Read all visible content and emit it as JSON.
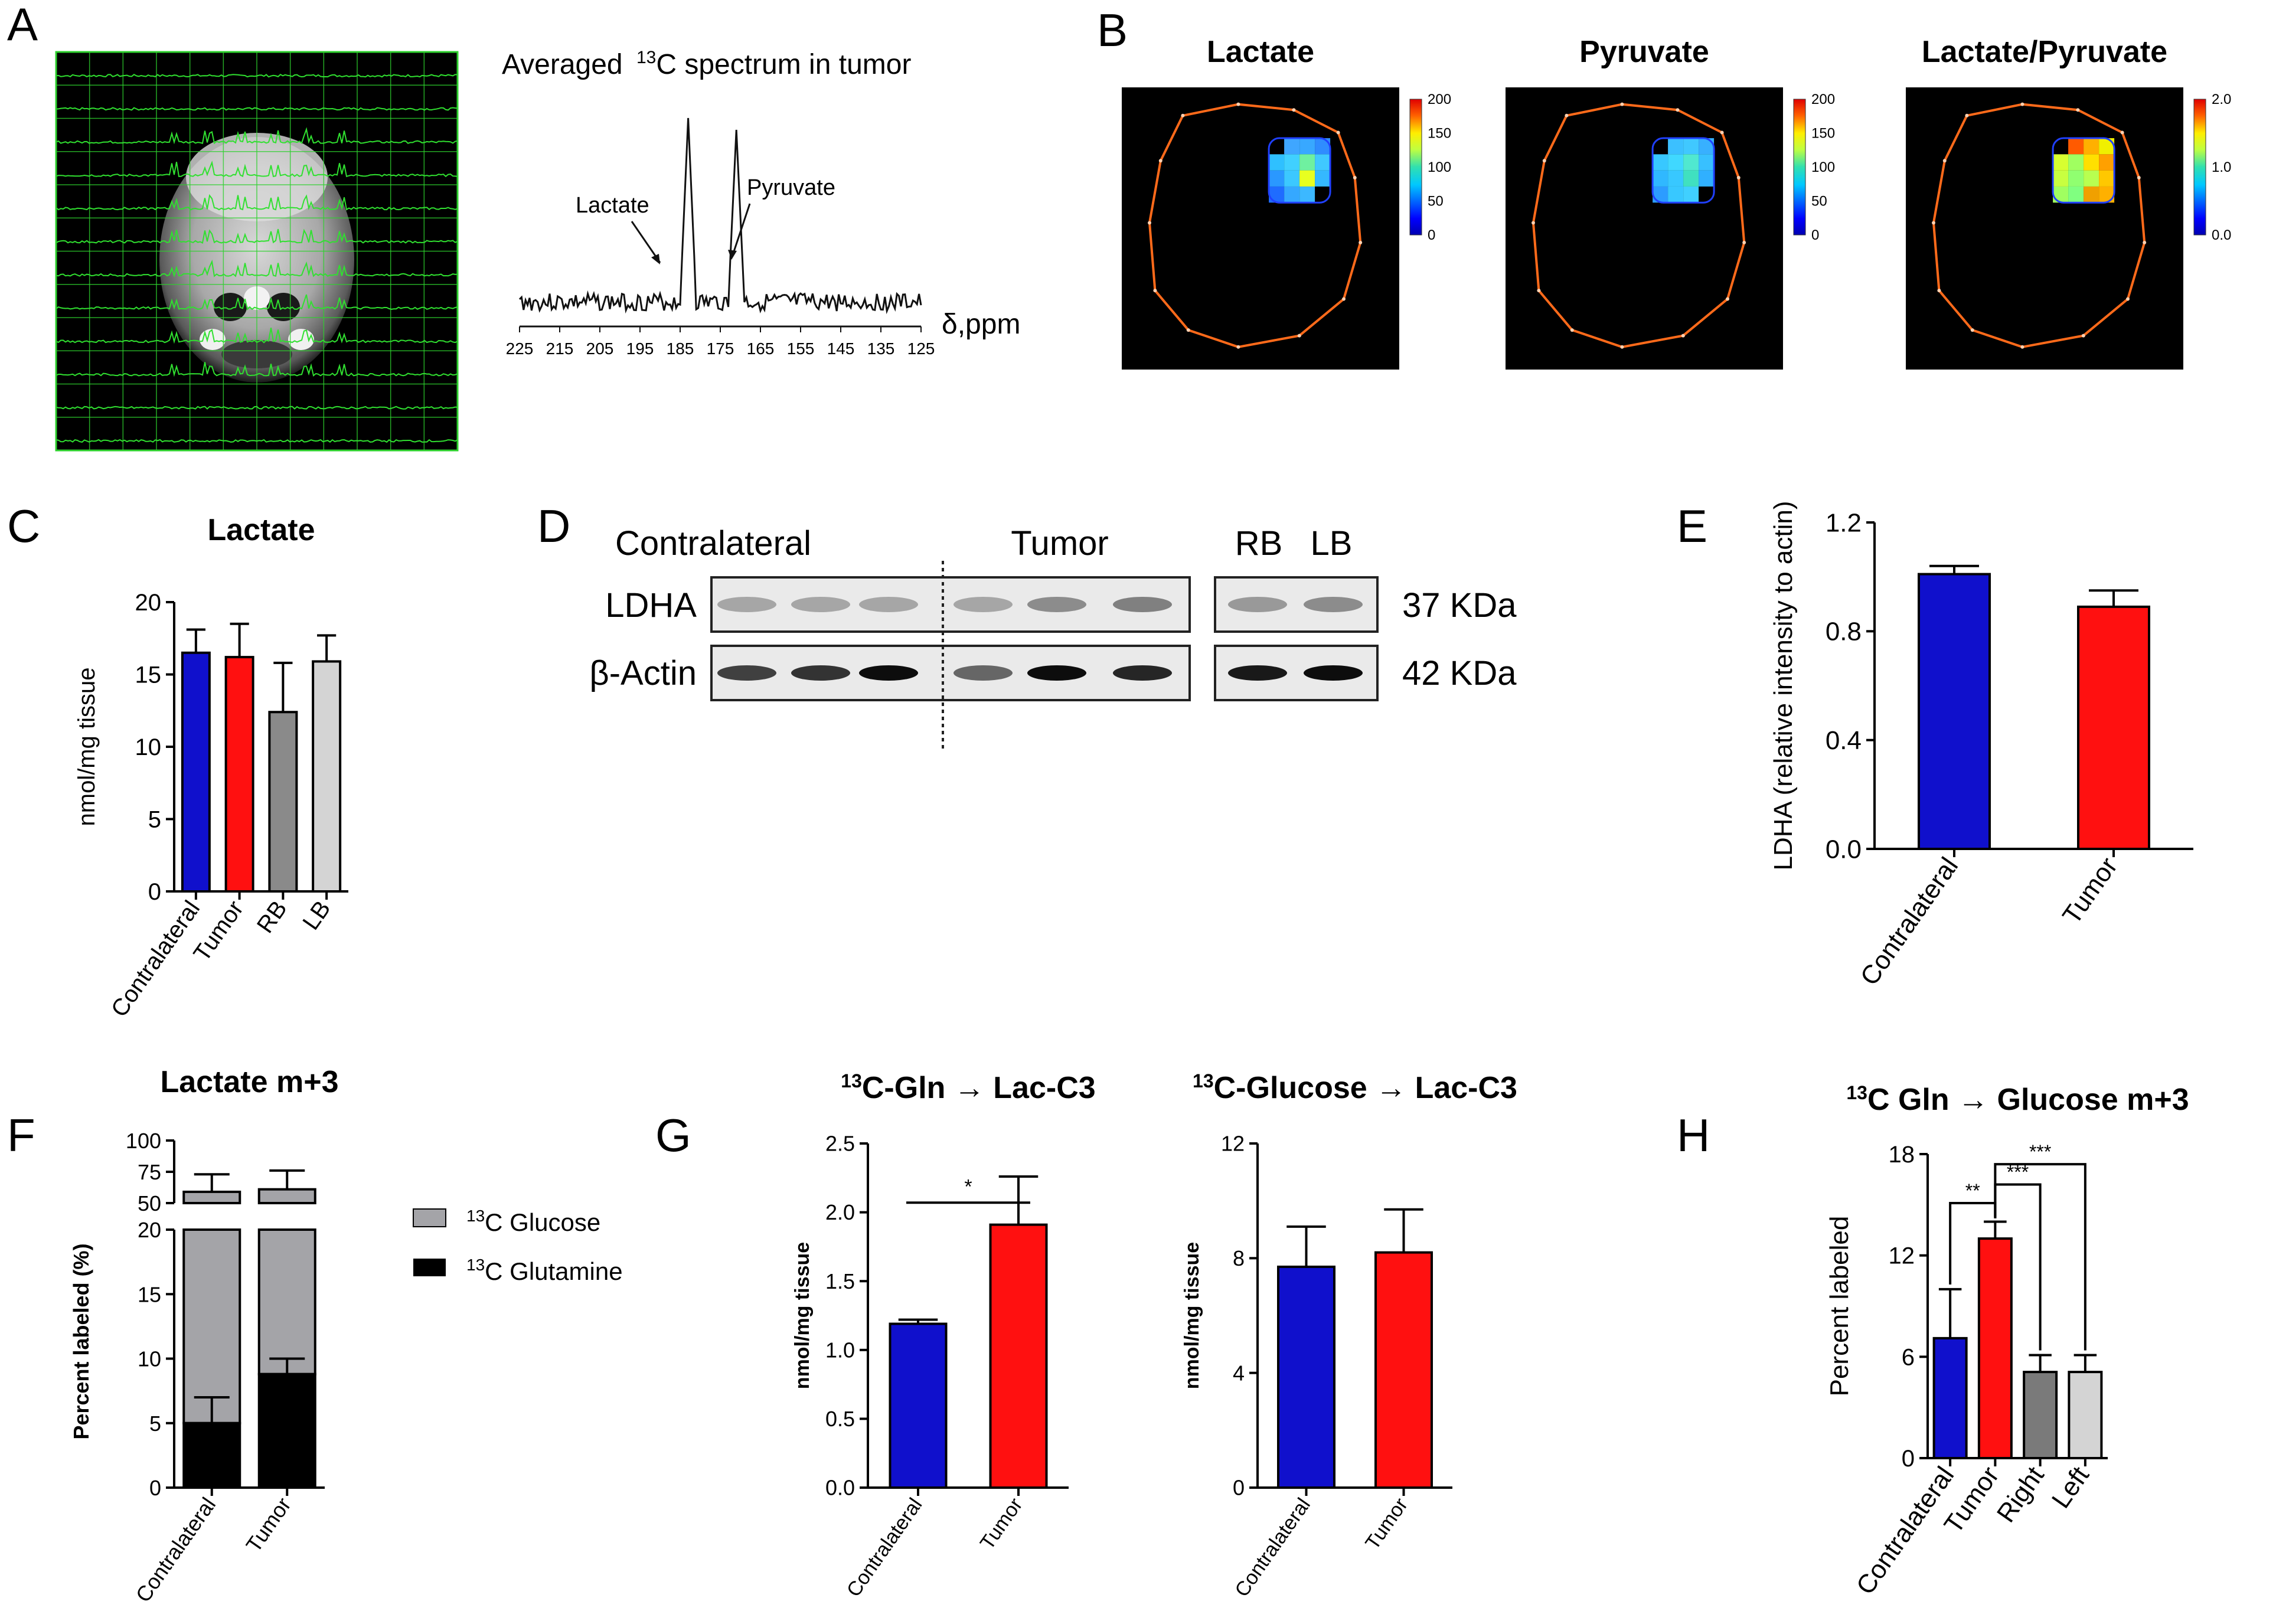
{
  "panels": {
    "A": {
      "letter": "A",
      "spectrum_title": "Averaged",
      "spectrum_title_sup": "13",
      "spectrum_title_rest": "C spectrum in tumor",
      "peak_labels": [
        "Lactate",
        "Pyruvate"
      ],
      "axis_ticks": [
        "225",
        "215",
        "205",
        "195",
        "185",
        "175",
        "165",
        "155",
        "145",
        "135",
        "125"
      ],
      "axis_label": "δ,ppm"
    },
    "B": {
      "letter": "B",
      "maps": [
        {
          "title": "Lactate",
          "scale_ticks": [
            "200",
            "150",
            "100",
            "50",
            "0"
          ]
        },
        {
          "title": "Pyruvate",
          "scale_ticks": [
            "200",
            "150",
            "100",
            "50",
            "0"
          ]
        },
        {
          "title": "Lactate/Pyruvate",
          "scale_ticks": [
            "2.0",
            "1.0",
            "0.0"
          ]
        }
      ]
    },
    "D": {
      "letter": "D",
      "group_labels": [
        "Contralateral",
        "Tumor",
        "RB",
        "LB"
      ],
      "row_labels": [
        "LDHA",
        "β-Actin"
      ],
      "size_labels": [
        "37 KDa",
        "42 KDa"
      ]
    },
    "F_legend": [
      {
        "sup": "13",
        "label": "C Glucose",
        "color": "#a4a4a8"
      },
      {
        "sup": "13",
        "label": "C Glutamine",
        "color": "#000000"
      }
    ]
  },
  "chart_data": [
    {
      "id": "C",
      "letter": "C",
      "type": "bar",
      "title": "Lactate",
      "ylabel": "nmol/mg tissue",
      "xlabel": "",
      "categories": [
        "Contralateral",
        "Tumor",
        "RB",
        "LB"
      ],
      "values": [
        16.5,
        16.2,
        12.4,
        15.9
      ],
      "errors": [
        1.6,
        2.3,
        3.4,
        1.8
      ],
      "colors": [
        "#1010cc",
        "#ff1010",
        "#8a8a8a",
        "#d4d4d4"
      ],
      "ylim": [
        0,
        20
      ],
      "yticks": [
        "0",
        "5",
        "10",
        "15",
        "20"
      ]
    },
    {
      "id": "E",
      "letter": "E",
      "type": "bar",
      "title": "",
      "ylabel": "LDHA (relative intensity to actin)",
      "xlabel": "",
      "categories": [
        "Contralateral",
        "Tumor"
      ],
      "values": [
        1.01,
        0.89
      ],
      "errors": [
        0.03,
        0.06
      ],
      "colors": [
        "#1010cc",
        "#ff1010"
      ],
      "ylim": [
        0,
        1.2
      ],
      "yticks": [
        "0.0",
        "0.4",
        "0.8",
        "1.2"
      ]
    },
    {
      "id": "F",
      "letter": "F",
      "type": "bar",
      "title": "Lactate m+3",
      "ylabel": "Percent labeled (%)",
      "xlabel": "",
      "categories": [
        "Contralateral",
        "Tumor"
      ],
      "series": [
        {
          "name": "13C Glutamine",
          "values": [
            5.0,
            8.8
          ],
          "errors": [
            2.0,
            1.2
          ],
          "color": "#000000"
        },
        {
          "name": "13C Glucose",
          "values": [
            59,
            61
          ],
          "errors": [
            14,
            15
          ],
          "color": "#a4a4a8"
        }
      ],
      "ylim_lower": [
        0,
        20
      ],
      "yticks_lower": [
        "0",
        "5",
        "10",
        "15",
        "20"
      ],
      "ylim_upper": [
        50,
        100
      ],
      "yticks_upper": [
        "50",
        "75",
        "100"
      ],
      "broken_axis": true
    },
    {
      "id": "G1",
      "letter": "G",
      "type": "bar",
      "title_sup": "13",
      "title_rest": "C-Gln → Lac-C3",
      "ylabel": "nmol/mg tissue",
      "xlabel": "",
      "categories": [
        "Contralateral",
        "Tumor"
      ],
      "values": [
        1.19,
        1.91
      ],
      "errors": [
        0.03,
        0.35
      ],
      "colors": [
        "#1010cc",
        "#ff1010"
      ],
      "ylim": [
        0,
        2.5
      ],
      "yticks": [
        "0.0",
        "0.5",
        "1.0",
        "1.5",
        "2.0",
        "2.5"
      ],
      "significance": [
        {
          "pair": [
            0,
            1
          ],
          "label": "*"
        }
      ]
    },
    {
      "id": "G2",
      "letter": "",
      "type": "bar",
      "title_sup": "13",
      "title_rest": "C-Glucose → Lac-C3",
      "ylabel": "nmol/mg tissue",
      "xlabel": "",
      "categories": [
        "Contralateral",
        "Tumor"
      ],
      "values": [
        7.7,
        8.2
      ],
      "errors": [
        1.4,
        1.5
      ],
      "colors": [
        "#1010cc",
        "#ff1010"
      ],
      "ylim": [
        0,
        12
      ],
      "yticks": [
        "0",
        "4",
        "8",
        "12"
      ]
    },
    {
      "id": "H",
      "letter": "H",
      "type": "bar",
      "title_sup": "13",
      "title_rest": "C Gln → Glucose m+3",
      "ylabel": "Percent labeled",
      "xlabel": "",
      "categories": [
        "Contralateral",
        "Tumor",
        "Right",
        "Left"
      ],
      "values": [
        7.1,
        13.0,
        5.1,
        5.1
      ],
      "errors": [
        2.9,
        1.0,
        1.0,
        1.0
      ],
      "colors": [
        "#1010cc",
        "#ff1010",
        "#7a7a7a",
        "#d4d4d4"
      ],
      "ylim": [
        0,
        18
      ],
      "yticks": [
        "0",
        "6",
        "12",
        "18"
      ],
      "significance": [
        {
          "pair": [
            0,
            1
          ],
          "label": "**"
        },
        {
          "pair": [
            1,
            2
          ],
          "label": "***"
        },
        {
          "pair": [
            1,
            3
          ],
          "label": "***"
        }
      ]
    }
  ]
}
